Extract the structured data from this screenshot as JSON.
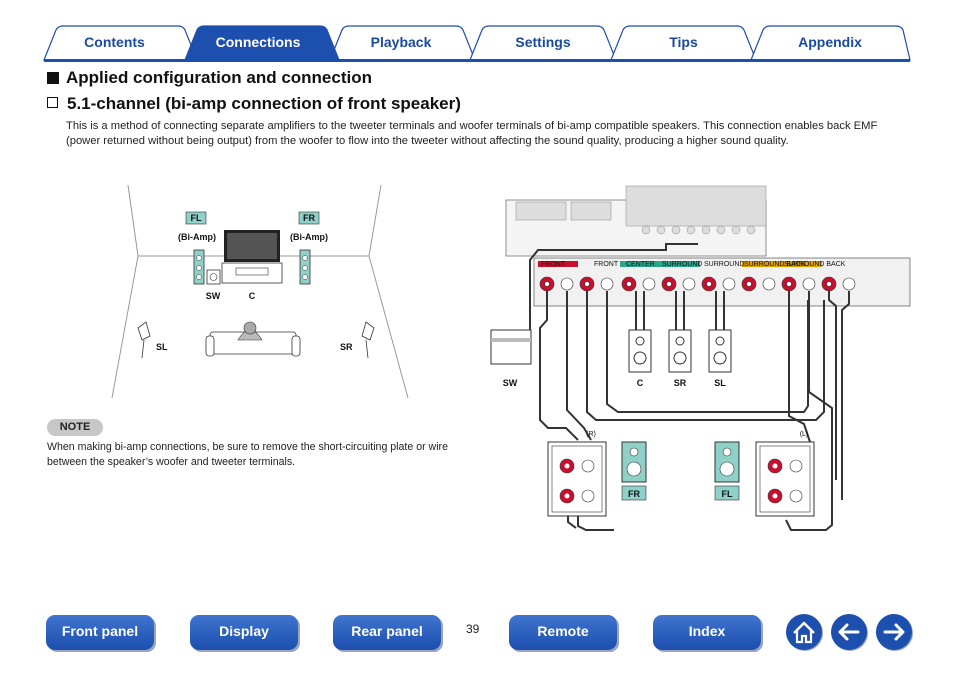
{
  "tabs": [
    {
      "label": "Contents",
      "active": false
    },
    {
      "label": "Connections",
      "active": true
    },
    {
      "label": "Playback",
      "active": false
    },
    {
      "label": "Settings",
      "active": false
    },
    {
      "label": "Tips",
      "active": false
    },
    {
      "label": "Appendix",
      "active": false
    }
  ],
  "heading": "Applied configuration and connection",
  "subheading": "5.1-channel (bi-amp connection of front speaker)",
  "body": "This is a method of connecting separate amplifiers to the tweeter terminals and woofer terminals of bi-amp compatible speakers. This connection enables back EMF (power returned without being output) from the woofer to flow into the tweeter without affecting the sound quality, producing a higher sound quality.",
  "room_diagram": {
    "fl": "FL",
    "fr": "FR",
    "biamp_left": "(Bi-Amp)",
    "biamp_right": "(Bi-Amp)",
    "sw": "SW",
    "c": "C",
    "sl": "SL",
    "sr": "SR"
  },
  "wiring_diagram": {
    "sw": "SW",
    "c": "C",
    "sr": "SR",
    "sl": "SL",
    "right_channel": "(R)",
    "left_channel": "(L)",
    "fr": "FR",
    "fl": "FL",
    "terminal_labels": [
      "FRONT",
      "FRONT",
      "CENTER",
      "SURROUND",
      "SURROUND",
      "SURROUND BACK",
      "SURROUND BACK"
    ]
  },
  "note": {
    "badge": "NOTE",
    "text": "When making bi-amp connections, be sure to remove the short-circuiting plate or wire between the speaker’s woofer and tweeter terminals."
  },
  "bottom_nav": [
    "Front panel",
    "Display",
    "Rear panel",
    "Remote",
    "Index"
  ],
  "page_number": "39",
  "icons": {
    "home": "home-icon",
    "back": "arrow-left-icon",
    "forward": "arrow-right-icon"
  },
  "colors": {
    "accent": "#1d4fae",
    "tab_active": "#1d4fae",
    "fl_fr_label": "#8fd0c8",
    "terminal_red": "#c8102e"
  }
}
